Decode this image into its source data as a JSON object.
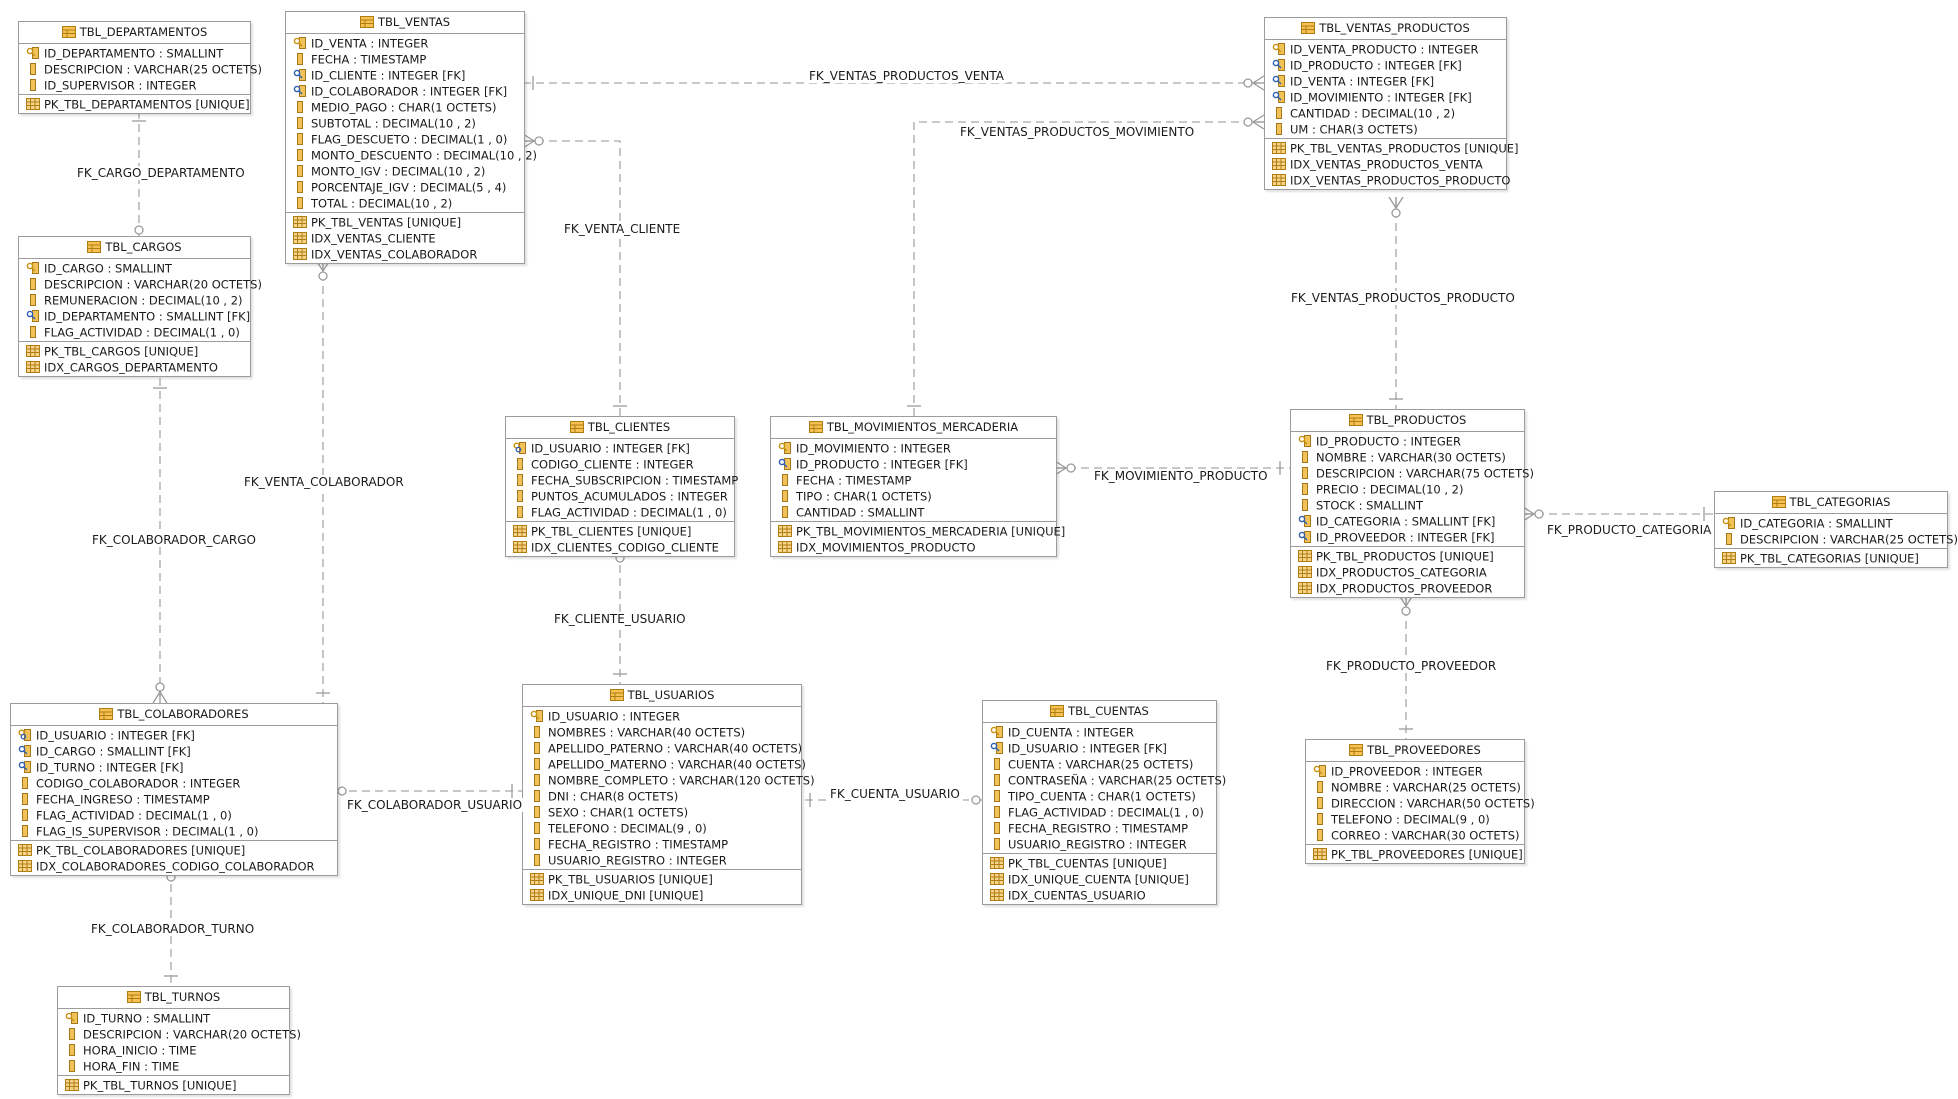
{
  "colors": {
    "line": "#a8a8a8",
    "border": "#9c9c9c",
    "table_icon": "#e0a81e",
    "key_icon": "#d7a21b",
    "fk_icon": "#2f5fb3"
  },
  "entities": [
    {
      "id": "departamentos",
      "title": "TBL_DEPARTAMENTOS",
      "columns": [
        {
          "text": "ID_DEPARTAMENTO : SMALLINT",
          "icon": "pk-icon"
        },
        {
          "text": "DESCRIPCION : VARCHAR(25 OCTETS)",
          "icon": "column-icon"
        },
        {
          "text": "ID_SUPERVISOR : INTEGER",
          "icon": "column-icon"
        }
      ],
      "indexes": [
        {
          "text": "PK_TBL_DEPARTAMENTOS [UNIQUE]",
          "icon": "index-icon"
        }
      ]
    },
    {
      "id": "cargos",
      "title": "TBL_CARGOS",
      "columns": [
        {
          "text": "ID_CARGO : SMALLINT",
          "icon": "pk-icon"
        },
        {
          "text": "DESCRIPCION : VARCHAR(20 OCTETS)",
          "icon": "column-icon"
        },
        {
          "text": "REMUNERACION : DECIMAL(10 , 2)",
          "icon": "column-icon"
        },
        {
          "text": "ID_DEPARTAMENTO : SMALLINT [FK]",
          "icon": "fk-icon"
        },
        {
          "text": "FLAG_ACTIVIDAD : DECIMAL(1 , 0)",
          "icon": "column-icon"
        }
      ],
      "indexes": [
        {
          "text": "PK_TBL_CARGOS [UNIQUE]",
          "icon": "index-icon"
        },
        {
          "text": "IDX_CARGOS_DEPARTAMENTO",
          "icon": "index-icon"
        }
      ]
    },
    {
      "id": "ventas",
      "title": "TBL_VENTAS",
      "columns": [
        {
          "text": "ID_VENTA : INTEGER",
          "icon": "pk-icon"
        },
        {
          "text": "FECHA : TIMESTAMP",
          "icon": "column-icon"
        },
        {
          "text": "ID_CLIENTE : INTEGER [FK]",
          "icon": "fk-icon"
        },
        {
          "text": "ID_COLABORADOR : INTEGER [FK]",
          "icon": "fk-icon"
        },
        {
          "text": "MEDIO_PAGO : CHAR(1 OCTETS)",
          "icon": "column-icon"
        },
        {
          "text": "SUBTOTAL : DECIMAL(10 , 2)",
          "icon": "column-icon"
        },
        {
          "text": "FLAG_DESCUETO : DECIMAL(1 , 0)",
          "icon": "column-icon"
        },
        {
          "text": "MONTO_DESCUENTO : DECIMAL(10 , 2)",
          "icon": "column-icon"
        },
        {
          "text": "MONTO_IGV : DECIMAL(10 , 2)",
          "icon": "column-icon"
        },
        {
          "text": "PORCENTAJE_IGV : DECIMAL(5 , 4)",
          "icon": "column-icon"
        },
        {
          "text": "TOTAL : DECIMAL(10 , 2)",
          "icon": "column-icon"
        }
      ],
      "indexes": [
        {
          "text": "PK_TBL_VENTAS [UNIQUE]",
          "icon": "index-icon"
        },
        {
          "text": "IDX_VENTAS_CLIENTE",
          "icon": "index-icon"
        },
        {
          "text": "IDX_VENTAS_COLABORADOR",
          "icon": "index-icon"
        }
      ]
    },
    {
      "id": "ventas-productos",
      "title": "TBL_VENTAS_PRODUCTOS",
      "columns": [
        {
          "text": "ID_VENTA_PRODUCTO : INTEGER",
          "icon": "pk-icon"
        },
        {
          "text": "ID_PRODUCTO : INTEGER [FK]",
          "icon": "fk-icon"
        },
        {
          "text": "ID_VENTA : INTEGER [FK]",
          "icon": "fk-icon"
        },
        {
          "text": "ID_MOVIMIENTO : INTEGER [FK]",
          "icon": "fk-icon"
        },
        {
          "text": "CANTIDAD : DECIMAL(10 , 2)",
          "icon": "column-icon"
        },
        {
          "text": "UM : CHAR(3 OCTETS)",
          "icon": "column-icon"
        }
      ],
      "indexes": [
        {
          "text": "PK_TBL_VENTAS_PRODUCTOS [UNIQUE]",
          "icon": "index-icon"
        },
        {
          "text": "IDX_VENTAS_PRODUCTOS_VENTA",
          "icon": "index-icon"
        },
        {
          "text": "IDX_VENTAS_PRODUCTOS_PRODUCTO",
          "icon": "index-icon"
        }
      ]
    },
    {
      "id": "clientes",
      "title": "TBL_CLIENTES",
      "columns": [
        {
          "text": "ID_USUARIO : INTEGER [FK]",
          "icon": "pfk-icon"
        },
        {
          "text": "CODIGO_CLIENTE : INTEGER",
          "icon": "column-icon"
        },
        {
          "text": "FECHA_SUBSCRIPCION : TIMESTAMP",
          "icon": "column-icon"
        },
        {
          "text": "PUNTOS_ACUMULADOS : INTEGER",
          "icon": "column-icon"
        },
        {
          "text": "FLAG_ACTIVIDAD : DECIMAL(1 , 0)",
          "icon": "column-icon"
        }
      ],
      "indexes": [
        {
          "text": "PK_TBL_CLIENTES [UNIQUE]",
          "icon": "index-icon"
        },
        {
          "text": "IDX_CLIENTES_CODIGO_CLIENTE",
          "icon": "index-icon"
        }
      ]
    },
    {
      "id": "movimientos",
      "title": "TBL_MOVIMIENTOS_MERCADERIA",
      "columns": [
        {
          "text": "ID_MOVIMIENTO : INTEGER",
          "icon": "pk-icon"
        },
        {
          "text": "ID_PRODUCTO : INTEGER [FK]",
          "icon": "fk-icon"
        },
        {
          "text": "FECHA : TIMESTAMP",
          "icon": "column-icon"
        },
        {
          "text": "TIPO : CHAR(1 OCTETS)",
          "icon": "column-icon"
        },
        {
          "text": "CANTIDAD : SMALLINT",
          "icon": "column-icon"
        }
      ],
      "indexes": [
        {
          "text": "PK_TBL_MOVIMIENTOS_MERCADERIA [UNIQUE]",
          "icon": "index-icon"
        },
        {
          "text": "IDX_MOVIMIENTOS_PRODUCTO",
          "icon": "index-icon"
        }
      ]
    },
    {
      "id": "productos",
      "title": "TBL_PRODUCTOS",
      "columns": [
        {
          "text": "ID_PRODUCTO : INTEGER",
          "icon": "pk-icon"
        },
        {
          "text": "NOMBRE : VARCHAR(30 OCTETS)",
          "icon": "column-icon"
        },
        {
          "text": "DESCRIPCION : VARCHAR(75 OCTETS)",
          "icon": "column-icon"
        },
        {
          "text": "PRECIO : DECIMAL(10 , 2)",
          "icon": "column-icon"
        },
        {
          "text": "STOCK : SMALLINT",
          "icon": "column-icon"
        },
        {
          "text": "ID_CATEGORIA : SMALLINT [FK]",
          "icon": "fk-icon"
        },
        {
          "text": "ID_PROVEEDOR : INTEGER [FK]",
          "icon": "fk-icon"
        }
      ],
      "indexes": [
        {
          "text": "PK_TBL_PRODUCTOS [UNIQUE]",
          "icon": "index-icon"
        },
        {
          "text": "IDX_PRODUCTOS_CATEGORIA",
          "icon": "index-icon"
        },
        {
          "text": "IDX_PRODUCTOS_PROVEEDOR",
          "icon": "index-icon"
        }
      ]
    },
    {
      "id": "categorias",
      "title": "TBL_CATEGORIAS",
      "columns": [
        {
          "text": "ID_CATEGORIA : SMALLINT",
          "icon": "pk-icon"
        },
        {
          "text": "DESCRIPCION : VARCHAR(25 OCTETS)",
          "icon": "column-icon"
        }
      ],
      "indexes": [
        {
          "text": "PK_TBL_CATEGORIAS [UNIQUE]",
          "icon": "index-icon"
        }
      ]
    },
    {
      "id": "colaboradores",
      "title": "TBL_COLABORADORES",
      "columns": [
        {
          "text": "ID_USUARIO : INTEGER [FK]",
          "icon": "pfk-icon"
        },
        {
          "text": "ID_CARGO : SMALLINT [FK]",
          "icon": "fk-icon"
        },
        {
          "text": "ID_TURNO : INTEGER [FK]",
          "icon": "fk-icon"
        },
        {
          "text": "CODIGO_COLABORADOR : INTEGER",
          "icon": "column-icon"
        },
        {
          "text": "FECHA_INGRESO : TIMESTAMP",
          "icon": "column-icon"
        },
        {
          "text": "FLAG_ACTIVIDAD : DECIMAL(1 , 0)",
          "icon": "column-icon"
        },
        {
          "text": "FLAG_IS_SUPERVISOR : DECIMAL(1 , 0)",
          "icon": "column-icon"
        }
      ],
      "indexes": [
        {
          "text": "PK_TBL_COLABORADORES [UNIQUE]",
          "icon": "index-icon"
        },
        {
          "text": "IDX_COLABORADORES_CODIGO_COLABORADOR",
          "icon": "index-icon"
        }
      ]
    },
    {
      "id": "usuarios",
      "title": "TBL_USUARIOS",
      "columns": [
        {
          "text": "ID_USUARIO : INTEGER",
          "icon": "pk-icon"
        },
        {
          "text": "NOMBRES : VARCHAR(40 OCTETS)",
          "icon": "column-icon"
        },
        {
          "text": "APELLIDO_PATERNO : VARCHAR(40 OCTETS)",
          "icon": "column-icon"
        },
        {
          "text": "APELLIDO_MATERNO : VARCHAR(40 OCTETS)",
          "icon": "column-icon"
        },
        {
          "text": "NOMBRE_COMPLETO : VARCHAR(120 OCTETS)",
          "icon": "column-icon"
        },
        {
          "text": "DNI : CHAR(8 OCTETS)",
          "icon": "column-icon"
        },
        {
          "text": "SEXO : CHAR(1 OCTETS)",
          "icon": "column-icon"
        },
        {
          "text": "TELEFONO : DECIMAL(9 , 0)",
          "icon": "column-icon"
        },
        {
          "text": "FECHA_REGISTRO : TIMESTAMP",
          "icon": "column-icon"
        },
        {
          "text": "USUARIO_REGISTRO : INTEGER",
          "icon": "column-icon"
        }
      ],
      "indexes": [
        {
          "text": "PK_TBL_USUARIOS [UNIQUE]",
          "icon": "index-icon"
        },
        {
          "text": "IDX_UNIQUE_DNI [UNIQUE]",
          "icon": "index-icon"
        }
      ]
    },
    {
      "id": "cuentas",
      "title": "TBL_CUENTAS",
      "columns": [
        {
          "text": "ID_CUENTA : INTEGER",
          "icon": "pk-icon"
        },
        {
          "text": "ID_USUARIO : INTEGER [FK]",
          "icon": "fk-icon"
        },
        {
          "text": "CUENTA : VARCHAR(25 OCTETS)",
          "icon": "column-icon"
        },
        {
          "text": "CONTRASEÑA : VARCHAR(25 OCTETS)",
          "icon": "column-icon"
        },
        {
          "text": "TIPO_CUENTA : CHAR(1 OCTETS)",
          "icon": "column-icon"
        },
        {
          "text": "FLAG_ACTIVIDAD : DECIMAL(1 , 0)",
          "icon": "column-icon"
        },
        {
          "text": "FECHA_REGISTRO : TIMESTAMP",
          "icon": "column-icon"
        },
        {
          "text": "USUARIO_REGISTRO : INTEGER",
          "icon": "column-icon"
        }
      ],
      "indexes": [
        {
          "text": "PK_TBL_CUENTAS [UNIQUE]",
          "icon": "index-icon"
        },
        {
          "text": "IDX_UNIQUE_CUENTA [UNIQUE]",
          "icon": "index-icon"
        },
        {
          "text": "IDX_CUENTAS_USUARIO",
          "icon": "index-icon"
        }
      ]
    },
    {
      "id": "proveedores",
      "title": "TBL_PROVEEDORES",
      "columns": [
        {
          "text": "ID_PROVEEDOR : INTEGER",
          "icon": "pk-icon"
        },
        {
          "text": "NOMBRE : VARCHAR(25 OCTETS)",
          "icon": "column-icon"
        },
        {
          "text": "DIRECCION : VARCHAR(50 OCTETS)",
          "icon": "column-icon"
        },
        {
          "text": "TELEFONO : DECIMAL(9 , 0)",
          "icon": "column-icon"
        },
        {
          "text": "CORREO : VARCHAR(30 OCTETS)",
          "icon": "column-icon"
        }
      ],
      "indexes": [
        {
          "text": "PK_TBL_PROVEEDORES [UNIQUE]",
          "icon": "index-icon"
        }
      ]
    },
    {
      "id": "turnos",
      "title": "TBL_TURNOS",
      "columns": [
        {
          "text": "ID_TURNO : SMALLINT",
          "icon": "pk-icon"
        },
        {
          "text": "DESCRIPCION : VARCHAR(20 OCTETS)",
          "icon": "column-icon"
        },
        {
          "text": "HORA_INICIO : TIME",
          "icon": "column-icon"
        },
        {
          "text": "HORA_FIN : TIME",
          "icon": "column-icon"
        }
      ],
      "indexes": [
        {
          "text": "PK_TBL_TURNOS [UNIQUE]",
          "icon": "index-icon"
        }
      ]
    }
  ],
  "relationships": [
    {
      "id": "fk-cargo-departamento",
      "label": "FK_CARGO_DEPARTAMENTO",
      "from": "cargos",
      "to": "departamentos",
      "many_end": "zero-or-one",
      "one_end": "one"
    },
    {
      "id": "fk-colaborador-cargo",
      "label": "FK_COLABORADOR_CARGO",
      "from": "colaboradores",
      "to": "cargos",
      "many_end": "zero-or-many",
      "one_end": "one"
    },
    {
      "id": "fk-venta-colaborador",
      "label": "FK_VENTA_COLABORADOR",
      "from": "ventas",
      "to": "colaboradores",
      "many_end": "zero-or-many",
      "one_end": "one"
    },
    {
      "id": "fk-venta-cliente",
      "label": "FK_VENTA_CLIENTE",
      "from": "ventas",
      "to": "clientes",
      "many_end": "zero-or-many",
      "one_end": "one"
    },
    {
      "id": "fk-ventas-productos-venta",
      "label": "FK_VENTAS_PRODUCTOS_VENTA",
      "from": "ventas-productos",
      "to": "ventas",
      "many_end": "zero-or-many",
      "one_end": "one"
    },
    {
      "id": "fk-ventas-productos-movimiento",
      "label": "FK_VENTAS_PRODUCTOS_MOVIMIENTO",
      "from": "ventas-productos",
      "to": "movimientos",
      "many_end": "zero-or-many",
      "one_end": "one"
    },
    {
      "id": "fk-ventas-productos-producto",
      "label": "FK_VENTAS_PRODUCTOS_PRODUCTO",
      "from": "ventas-productos",
      "to": "productos",
      "many_end": "zero-or-many",
      "one_end": "one"
    },
    {
      "id": "fk-movimiento-producto",
      "label": "FK_MOVIMIENTO_PRODUCTO",
      "from": "movimientos",
      "to": "productos",
      "many_end": "zero-or-many",
      "one_end": "one"
    },
    {
      "id": "fk-producto-categoria",
      "label": "FK_PRODUCTO_CATEGORIA",
      "from": "productos",
      "to": "categorias",
      "many_end": "zero-or-many",
      "one_end": "one"
    },
    {
      "id": "fk-producto-proveedor",
      "label": "FK_PRODUCTO_PROVEEDOR",
      "from": "productos",
      "to": "proveedores",
      "many_end": "zero-or-many",
      "one_end": "one"
    },
    {
      "id": "fk-cliente-usuario",
      "label": "FK_CLIENTE_USUARIO",
      "from": "clientes",
      "to": "usuarios",
      "many_end": "zero-or-one",
      "one_end": "one"
    },
    {
      "id": "fk-colaborador-usuario",
      "label": "FK_COLABORADOR_USUARIO",
      "from": "colaboradores",
      "to": "usuarios",
      "many_end": "zero-or-one",
      "one_end": "one"
    },
    {
      "id": "fk-cuenta-usuario",
      "label": "FK_CUENTA_USUARIO",
      "from": "cuentas",
      "to": "usuarios",
      "many_end": "zero-or-one",
      "one_end": "one"
    },
    {
      "id": "fk-colaborador-turno",
      "label": "FK_COLABORADOR_TURNO",
      "from": "colaboradores",
      "to": "turnos",
      "many_end": "zero-or-one",
      "one_end": "one"
    }
  ]
}
